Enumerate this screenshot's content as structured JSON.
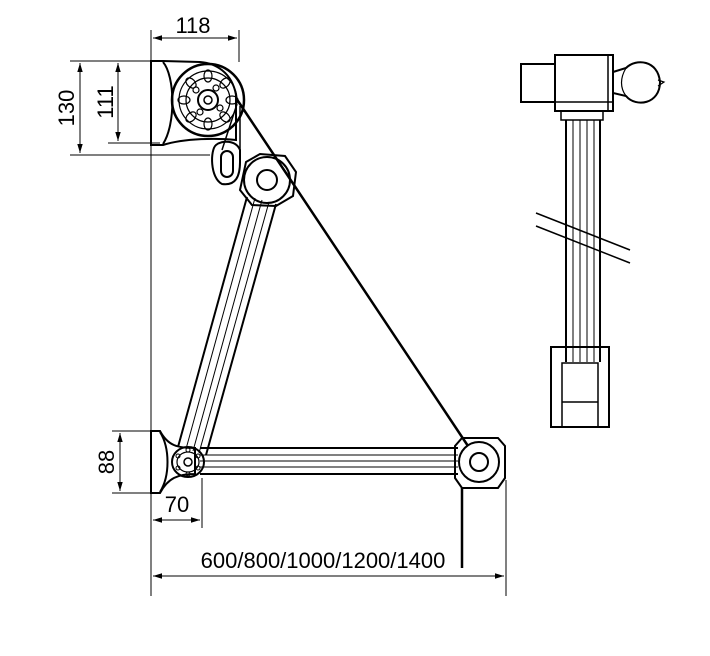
{
  "dimensions": {
    "mount_width": "118",
    "mount_height_outer": "130",
    "mount_height_inner": "111",
    "lower_mount_height": "88",
    "lower_mount_depth": "70",
    "length_options": "600/800/1000/1200/1400"
  },
  "colors": {
    "line": "#000000",
    "background": "#ffffff"
  }
}
